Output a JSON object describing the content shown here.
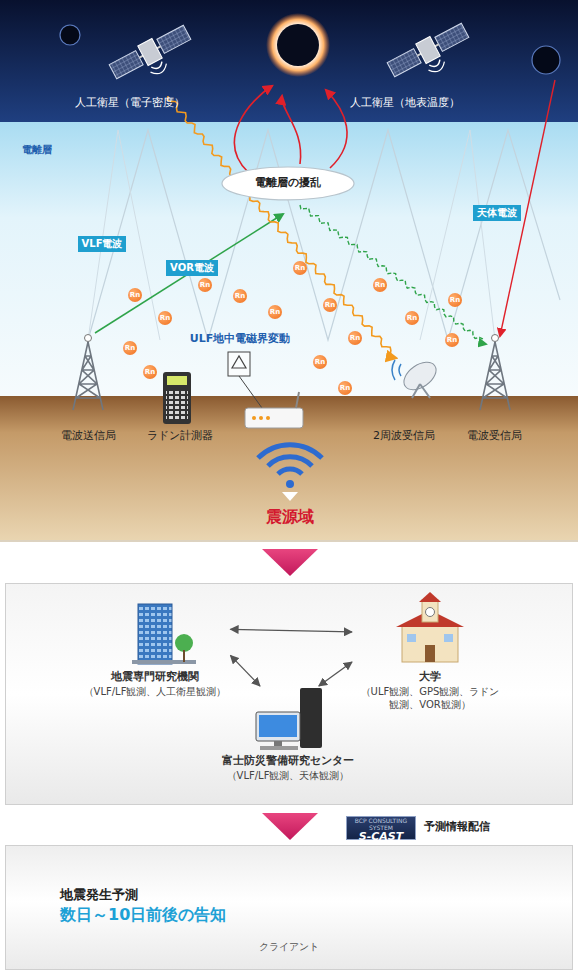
{
  "diagram": {
    "nodes": [
      {
        "text": [
          "電離層の擾乱"
        ]
      },
      {
        "text": [
          "天体電波"
        ]
      },
      {
        "text": [
          "VLF電波"
        ]
      },
      {
        "text": [
          "VOR電波"
        ]
      },
      {
        "text": [
          "地震専門研究機関",
          "（VLF/LF観測、人工衛星観測）"
        ]
      },
      {
        "text": [
          "大学",
          "（ULF観測、GPS観測、ラドン観測、VOR観測）"
        ]
      },
      {
        "text": [
          "富士防災警備研究センター",
          "（VLF/LF観測、天体観測）"
        ]
      },
      {
        "text": [
          "BCP CONSULTING SYSTEM",
          "S-CAST"
        ]
      },
      {
        "text": [
          "地震発生予測",
          "数日～10日前後の告知",
          "クライアント"
        ]
      }
    ],
    "edges": [
      {
        "from": 4,
        "to": 5,
        "arrow": "both"
      },
      {
        "from": 4,
        "to": 6,
        "arrow": "both"
      },
      {
        "from": 5,
        "to": 6,
        "arrow": "both"
      }
    ],
    "labels": [
      "人工衛星（電子密度）",
      "人工衛星（地表温度）",
      "電離層",
      "Rn",
      "Rn",
      "Rn",
      "Rn",
      "Rn",
      "Rn",
      "Rn",
      "Rn",
      "Rn",
      "Rn",
      "Rn",
      "Rn",
      "Rn",
      "Rn",
      "Rn",
      "Rn",
      "ULF地中電磁界変動",
      "電波送信局",
      "ラドン計測器",
      "2周波受信局",
      "電波受信局",
      "震源域",
      "予測情報配信"
    ]
  }
}
